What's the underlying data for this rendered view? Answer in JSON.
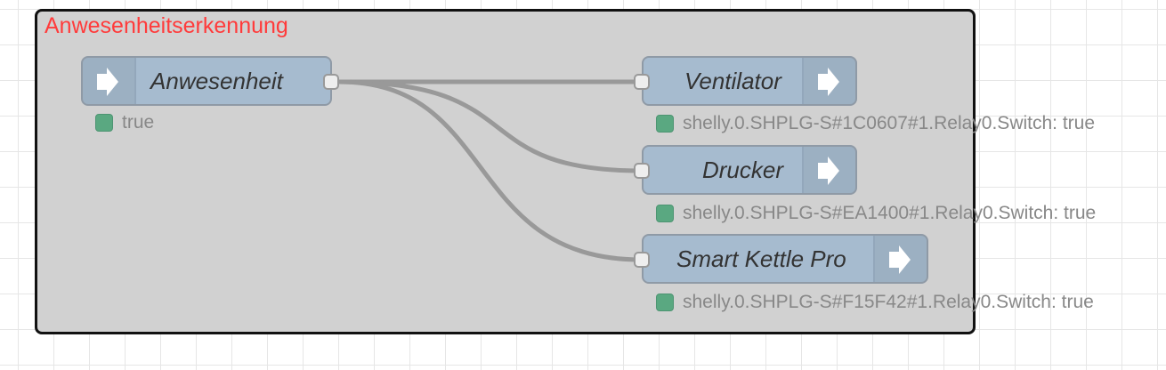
{
  "group": {
    "label": "Anwesenheitserkennung"
  },
  "nodes": {
    "anwesenheit": {
      "label": "Anwesenheit",
      "status": "true",
      "icon": "arrow-right-icon",
      "status_color": "#5aa881"
    },
    "ventilator": {
      "label": "Ventilator",
      "status": "shelly.0.SHPLG-S#1C0607#1.Relay0.Switch: true",
      "icon": "arrow-right-icon",
      "status_color": "#5aa881"
    },
    "drucker": {
      "label": "Drucker",
      "status": "shelly.0.SHPLG-S#EA1400#1.Relay0.Switch: true",
      "icon": "arrow-right-icon",
      "status_color": "#5aa881"
    },
    "kettle": {
      "label": "Smart Kettle Pro",
      "status": "shelly.0.SHPLG-S#F15F42#1.Relay0.Switch: true",
      "icon": "arrow-right-icon",
      "status_color": "#5aa881"
    }
  },
  "colors": {
    "node_fill": "#a6bbcf",
    "group_fill": "#d1d1d1",
    "group_label": "#ff3b3b",
    "wire": "#999999"
  }
}
